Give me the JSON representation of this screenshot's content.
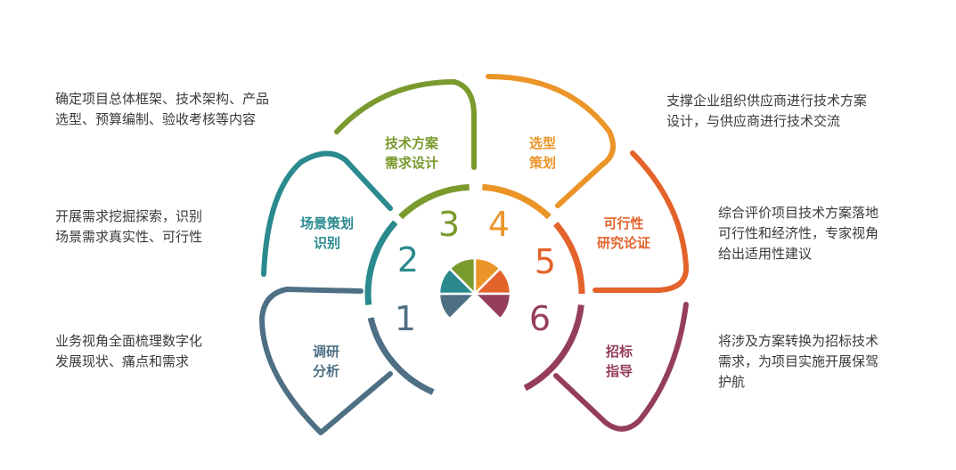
{
  "colors": {
    "steel": "#4e6f84",
    "teal": "#2a8a8e",
    "green": "#7a9a2e",
    "orange": "#eb9529",
    "red_orange": "#e3632b",
    "wine": "#953e5b"
  },
  "stages": [
    {
      "number": "1",
      "label": [
        "调研",
        "分析"
      ],
      "description": [
        "业务视角全面梳理数字化",
        "发展现状、痛点和需求"
      ]
    },
    {
      "number": "2",
      "label": [
        "场景策划",
        "识别"
      ],
      "description": [
        "开展需求挖掘探索，识别",
        "场景需求真实性、可行性"
      ]
    },
    {
      "number": "3",
      "label": [
        "技术方案",
        "需求设计"
      ],
      "description": [
        "确定项目总体框架、技术架构、产品",
        "选型、预算编制、验收考核等内容"
      ]
    },
    {
      "number": "4",
      "label": [
        "选型",
        "策划"
      ],
      "description": [
        "支撑企业组织供应商进行技术方案",
        "设计，与供应商进行技术交流"
      ]
    },
    {
      "number": "5",
      "label": [
        "可行性",
        "研究论证"
      ],
      "description": [
        "综合评价项目技术方案落地",
        "可行性和经济性，专家视角",
        "给出适用性建议"
      ]
    },
    {
      "number": "6",
      "label": [
        "招标",
        "指导"
      ],
      "description": [
        "将涉及方案转换为招标技术",
        "需求，为项目实施开展保驾",
        "护航"
      ]
    }
  ]
}
